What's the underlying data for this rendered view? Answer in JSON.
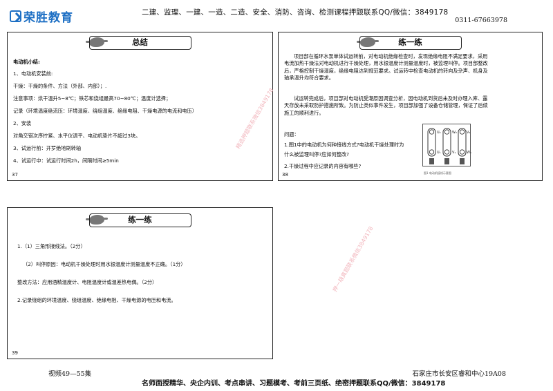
{
  "header": {
    "logo_text": "荣胜教育",
    "banner": "二建、监理、一建、一造、二造、安全、消防、咨询、检测课程押题联系QQ/微信：3849178",
    "phone": "0311-67663978"
  },
  "footer": {
    "left": "视频49—55集",
    "right": "石家庄市长安区睿和中心19A08",
    "banner": "名师面授精华、央企内训、考点串讲、习题模考、考前三页纸、绝密押题联系QQ/微信：3849178"
  },
  "slide37": {
    "title": "总结",
    "heading": "电动机小结:",
    "lines": [
      "1、电动机安装前:",
      "干燥：干燥的条件、方法（外部、内部）；.",
      "注意事项：烘干温升5~8℃；铁芯和绕组最高70~80℃；温度计选择；",
      "记录（环境温度绝流压：环境温度、绕组温度、绝缘电阻、干燥电源的电流和电压）",
      "2、安装",
      "对角交错次序拧紧、水平仪调平、电动机垫片不超过3块。",
      "3、试运行前：开罗绝地刷转轴",
      "4、试运行中：试运行时间2h，间隔时间≥5min"
    ],
    "page": "37",
    "watermark": "精选押题联系微信3849178"
  },
  "slide38": {
    "title": "练一练",
    "paragraphs": [
      "项目部在循环水泵单体试运转前，对电动机绝缘检查时，发现绝缘电阻不满足要求，采用电流加热干燥法对电动机进行干燥处理，用水银温度计测量温度时，被监理叫停。项目部整改后，严格控制干燥温度，绝缘电阻达到规范要求。试运转中检查电动机的转向及杂声、机身及轴承温升均符合要求。",
      "试运转完成后，项目部对电动机受潮原因调查分析，因电动机到货后未及时办理入库、露天存放未采取防护措施所致。为防止类似事件发生，项目部加强了设备仓储管理，保证了后续施工的顺利进行。"
    ],
    "question_label": "问题：",
    "questions": [
      "1.图1中的电动机为何种接线方式?电动机干燥处理时为",
      "什么被监理叫停?应如何整改?",
      "2.干燥过程中应记录的内容有哪些?"
    ],
    "figure_labels": [
      "U₂",
      "W₂",
      "V₂",
      "U₁",
      "V₁",
      "W₁"
    ],
    "figure_caption": "图1 电动机接线示意图",
    "page": "38"
  },
  "slide39": {
    "title": "练一练",
    "lines": [
      "1.（1）三角形接线法。（2分）",
      "（2）叫停原因：电动机干燥处理时用水银温度计测量温度不正确。（1分）",
      "整改方法：应用酒精温度计、电阻温度计或温差热电偶。（2分）",
      "2.记录绕组的环境温度、绕组温度、绝缘电阻、干燥电源的电压和电流。"
    ],
    "page": "39",
    "watermark": "押一级真题联系微信3849178"
  }
}
